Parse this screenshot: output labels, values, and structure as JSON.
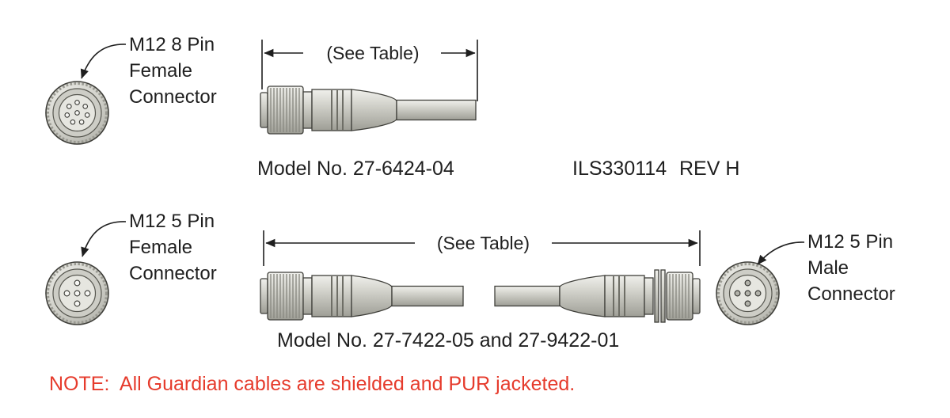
{
  "colors": {
    "text": "#1f1f1f",
    "note_red": "#e63b2c",
    "line": "#1f1f1f",
    "metal_light": "#f0f0ec",
    "metal_dark": "#9e9e96"
  },
  "top_assembly": {
    "connector_label": "M12 8 Pin\nFemale\nConnector",
    "dimension_label": "(See Table)",
    "model_label": "Model No. 27-6424-04",
    "doc_number": "ILS330114",
    "revision": "REV H"
  },
  "bottom_assembly": {
    "left_connector_label": "M12 5 Pin\nFemale\nConnector",
    "right_connector_label": "M12 5 Pin\nMale\nConnector",
    "dimension_label": "(See Table)",
    "model_label": "Model No. 27-7422-05 and 27-9422-01"
  },
  "note": "NOTE:  All Guardian cables are shielded and PUR jacketed."
}
